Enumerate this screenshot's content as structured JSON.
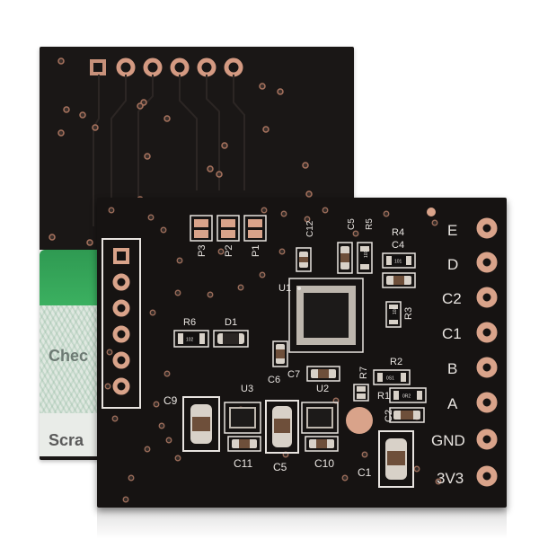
{
  "card": {
    "text_check": "Chec",
    "text_scratch": "Scra"
  },
  "front_board": {
    "edge_labels": [
      "E",
      "D",
      "C2",
      "C1",
      "B",
      "A",
      "GND",
      "3V3"
    ],
    "silkscreen": {
      "p3": "P3",
      "p2": "P2",
      "p1": "P1",
      "c12": "C12",
      "c5_top": "C5",
      "r5": "R5",
      "r4": "R4",
      "c4": "C4",
      "u1": "U1",
      "r3": "R3",
      "r6": "R6",
      "d1": "D1",
      "c6": "C6",
      "c7": "C7",
      "r2": "R2",
      "r7": "R7",
      "r1": "R1",
      "c9": "C9",
      "u3": "U3",
      "u2": "U2",
      "c2": "C2",
      "c11": "C11",
      "c5_bottom": "C5",
      "c10": "C10",
      "c1": "C1"
    },
    "component_codes": {
      "r6": "102",
      "r5": "101",
      "r4": "101",
      "r3": "102",
      "r2": "0S1",
      "r1": "0R2"
    }
  },
  "colors": {
    "board": "#161312",
    "copper": "#d9a38a",
    "silkscreen": "#e8e4e0",
    "card_green": "#3bb060"
  }
}
